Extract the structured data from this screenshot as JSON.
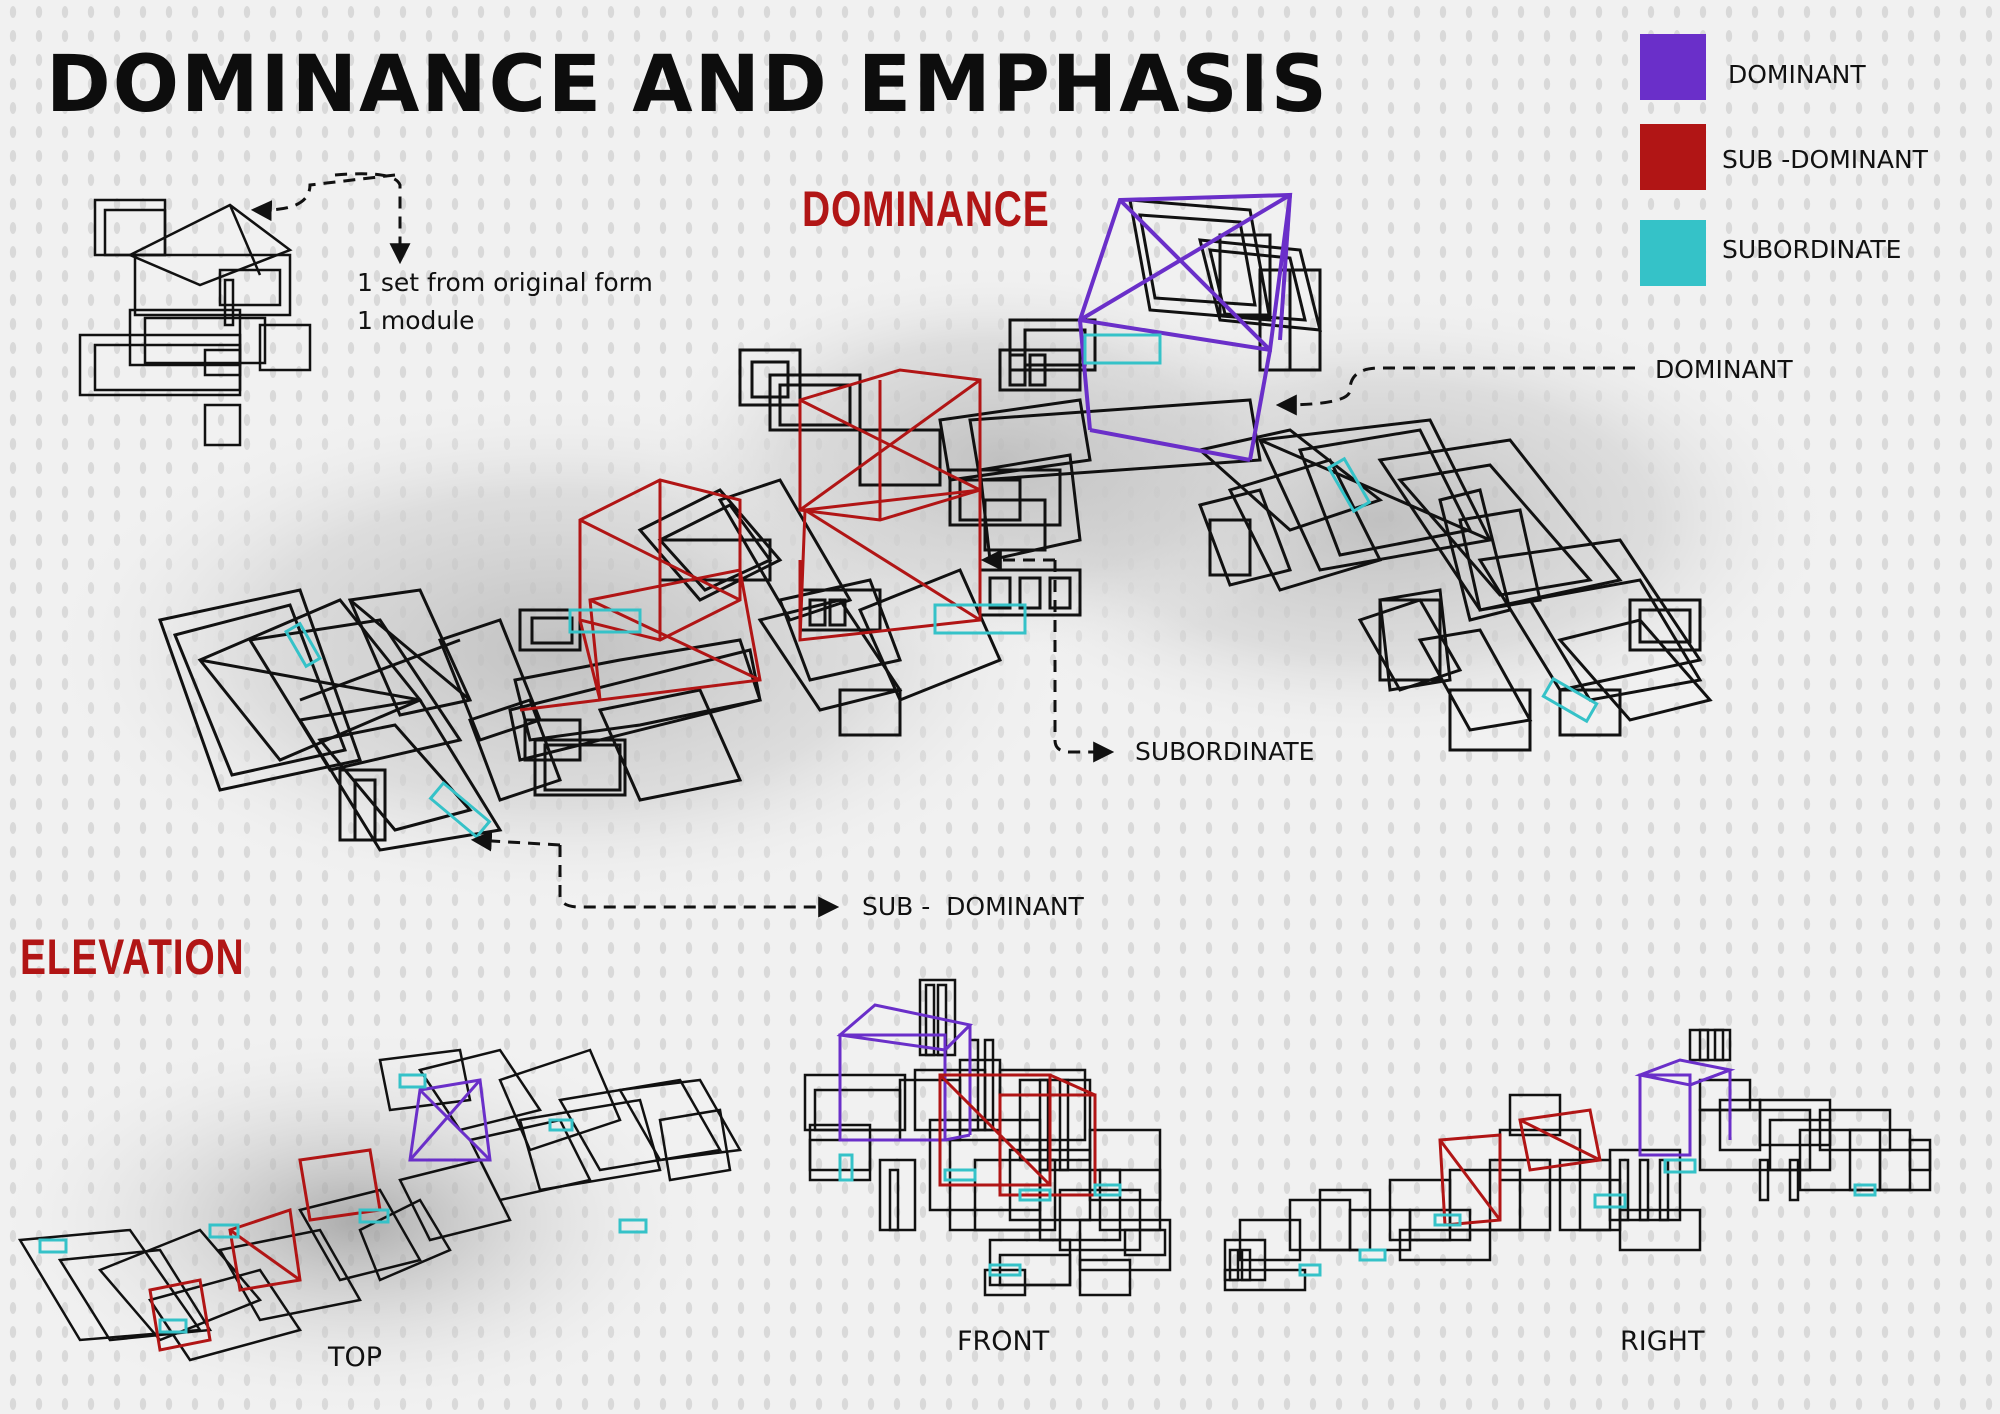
{
  "title": "DOMINANCE AND EMPHASIS",
  "legend": [
    {
      "label": "DOMINANT",
      "color": "#6a2fc9"
    },
    {
      "label": "SUB -DOMINANT",
      "color": "#b11515"
    },
    {
      "label": "SUBORDINATE",
      "color": "#35c2c8"
    }
  ],
  "sections": {
    "dominance": "DOMINANCE",
    "elevation": "ELEVATION"
  },
  "annotations": {
    "original_form_line1": "1 set from original form",
    "original_form_line2": "1 module",
    "dominant": "DOMINANT",
    "subordinate": "SUBORDINATE",
    "sub_dominant": "SUB -  DOMINANT"
  },
  "views": {
    "top": "TOP",
    "front": "FRONT",
    "right": "RIGHT"
  },
  "colors": {
    "dominant": "#6a2fc9",
    "sub_dominant": "#b11515",
    "subordinate": "#35c2c8",
    "line": "#111111"
  }
}
